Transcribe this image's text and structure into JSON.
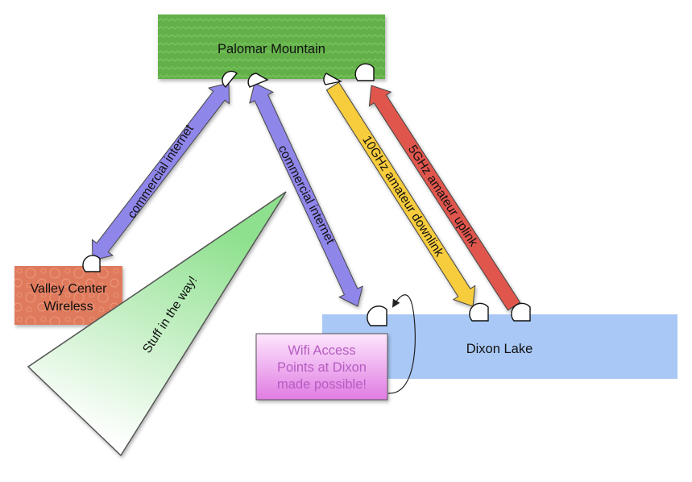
{
  "nodes": {
    "palomar": {
      "label": "Palomar Mountain",
      "color": "#63b04a"
    },
    "valley_center": {
      "label_lines": [
        "Valley Center",
        "Wireless"
      ],
      "color": "#e07a5c"
    },
    "dixon": {
      "label": "Dixon Lake",
      "color": "#a9c8f5"
    },
    "wifi_callout": {
      "label_lines": [
        "Wifi Access",
        "Points at Dixon",
        "made possible!"
      ],
      "color": "#e48ee8",
      "text_color": "#b65cc2"
    }
  },
  "links": {
    "commercial_left": {
      "label": "commercial internet",
      "color": "#8f86ea"
    },
    "commercial_right": {
      "label": "commercial internet",
      "color": "#8f86ea"
    },
    "downlink_10ghz": {
      "label": "10GHz amateur downlink",
      "color": "#f7cc3e"
    },
    "uplink_5ghz": {
      "label": "5GHz amateur uplink",
      "color": "#e0564e"
    }
  },
  "obstruction": {
    "label": "Stuff in the way!",
    "color": "#8ee08e"
  }
}
